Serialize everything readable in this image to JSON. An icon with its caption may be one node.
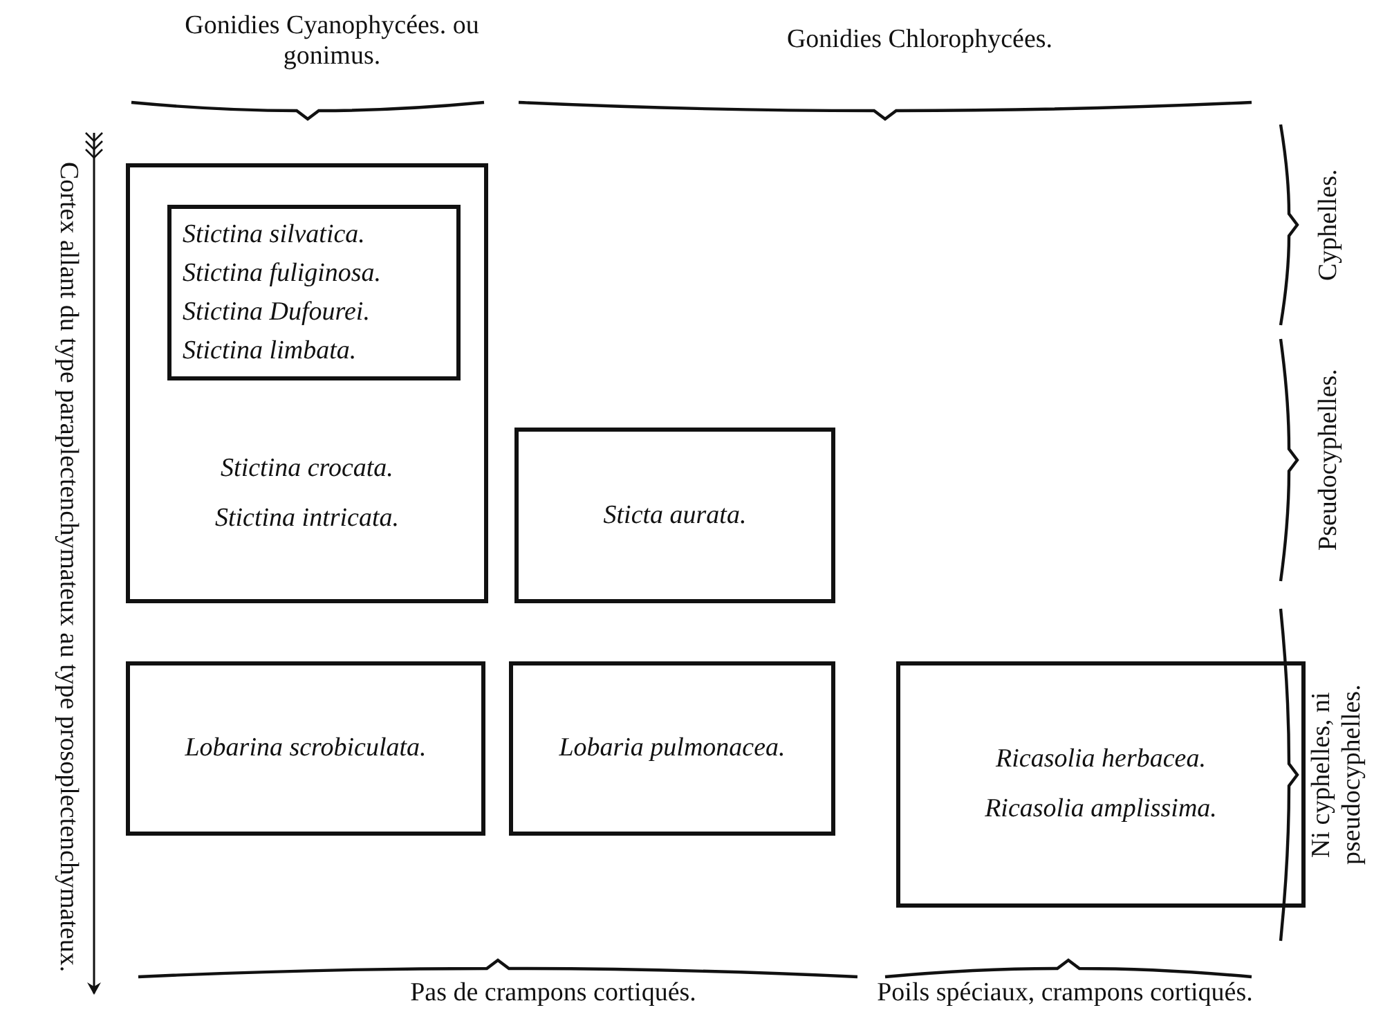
{
  "diagram": {
    "nodes": [
      {
        "text": [
          "Stictina crocata.",
          "Stictina intricata."
        ]
      },
      {
        "text": [
          "Stictina silvatica.",
          "Stictina fuliginosa.",
          "Stictina Dufourei.",
          "Stictina limbata."
        ],
        "in": 0
      },
      {
        "text": [
          "Sticta aurata."
        ]
      },
      {
        "text": [
          "Lobarina scrobiculata."
        ]
      },
      {
        "text": [
          "Lobaria pulmonacea."
        ]
      },
      {
        "text": [
          "Ricasolia herbacea.",
          "Ricasolia amplissima."
        ]
      }
    ],
    "edges": [],
    "labels": [
      "Gonidies Cyanophycées. ou gonimus.",
      "Gonidies Chlorophycées.",
      "Cortex allant du type paraplectenchymateux au type prosoplectenchymateux.",
      "Cyphelles.",
      "Pseudocyphelles.",
      "Ni cyphelles, ni pseudocyphelles.",
      "Pas de crampons cortiqués.",
      "Poils spéciaux, crampons cortiqués."
    ]
  }
}
